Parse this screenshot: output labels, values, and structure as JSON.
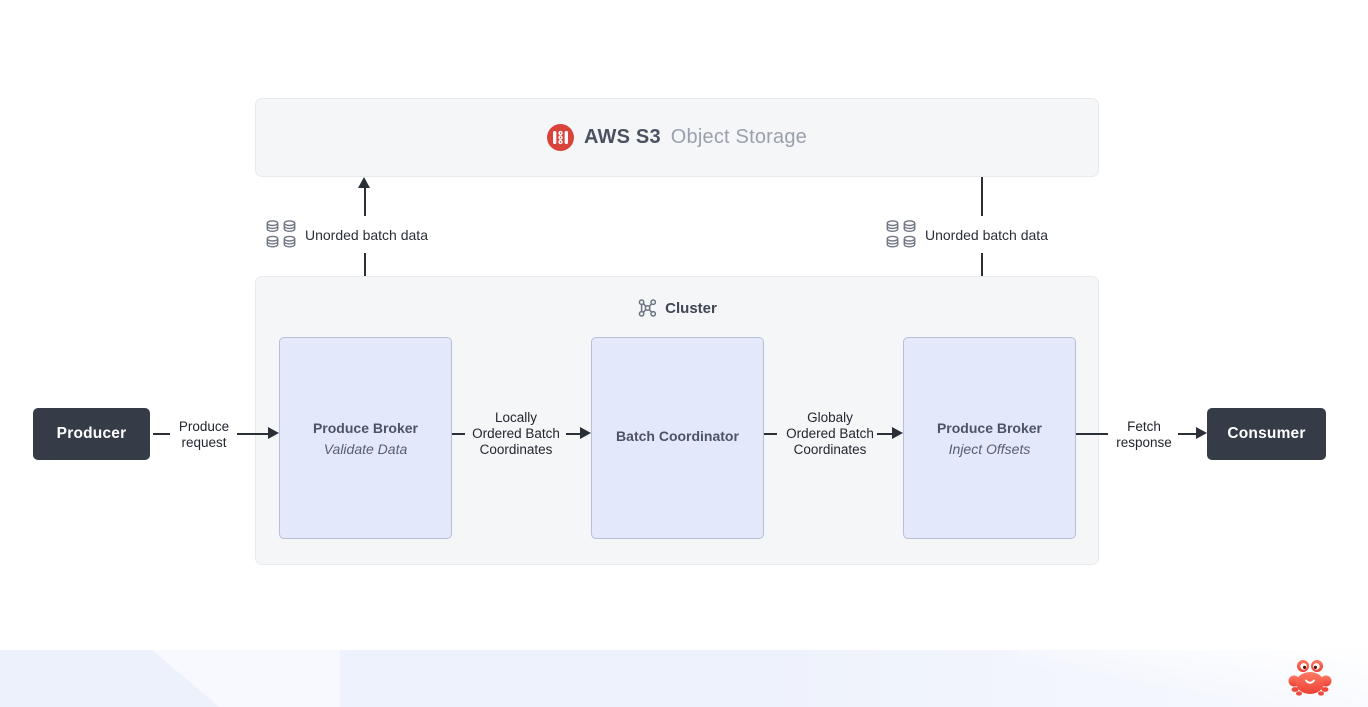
{
  "s3_box": {
    "title_strong": "AWS S3",
    "title_light": "Object Storage",
    "icon": "s3-bucket-icon"
  },
  "cluster": {
    "label": "Cluster",
    "icon": "cluster-network-icon",
    "nodes": [
      {
        "title": "Produce Broker",
        "subtitle": "Validate Data"
      },
      {
        "title": "Batch Coordinator",
        "subtitle": ""
      },
      {
        "title": "Produce Broker",
        "subtitle": "Inject Offsets"
      }
    ]
  },
  "endpoints": {
    "producer": "Producer",
    "consumer": "Consumer"
  },
  "edges": {
    "produce_request": "Produce\nrequest",
    "locally_ordered": "Locally\nOrdered Batch\nCoordinates",
    "globally_ordered": "Globaly\nOrdered Batch\nCoordinates",
    "fetch_response": "Fetch\nresponse",
    "unordered_left": "Unorded batch data",
    "unordered_right": "Unorded batch data"
  },
  "footer": {
    "icon": "crab-icon"
  },
  "colors": {
    "s3_icon_red": "#d9433a",
    "panel_fill": "#f5f6f8",
    "panel_border": "#e9eaee",
    "node_fill": "#e4e8fb",
    "node_border": "#b9bfd8",
    "endpoint_fill": "#353b47",
    "arrow": "#2b2f38",
    "footer_band": "#edf1fc",
    "crab_red": "#ee4135"
  }
}
